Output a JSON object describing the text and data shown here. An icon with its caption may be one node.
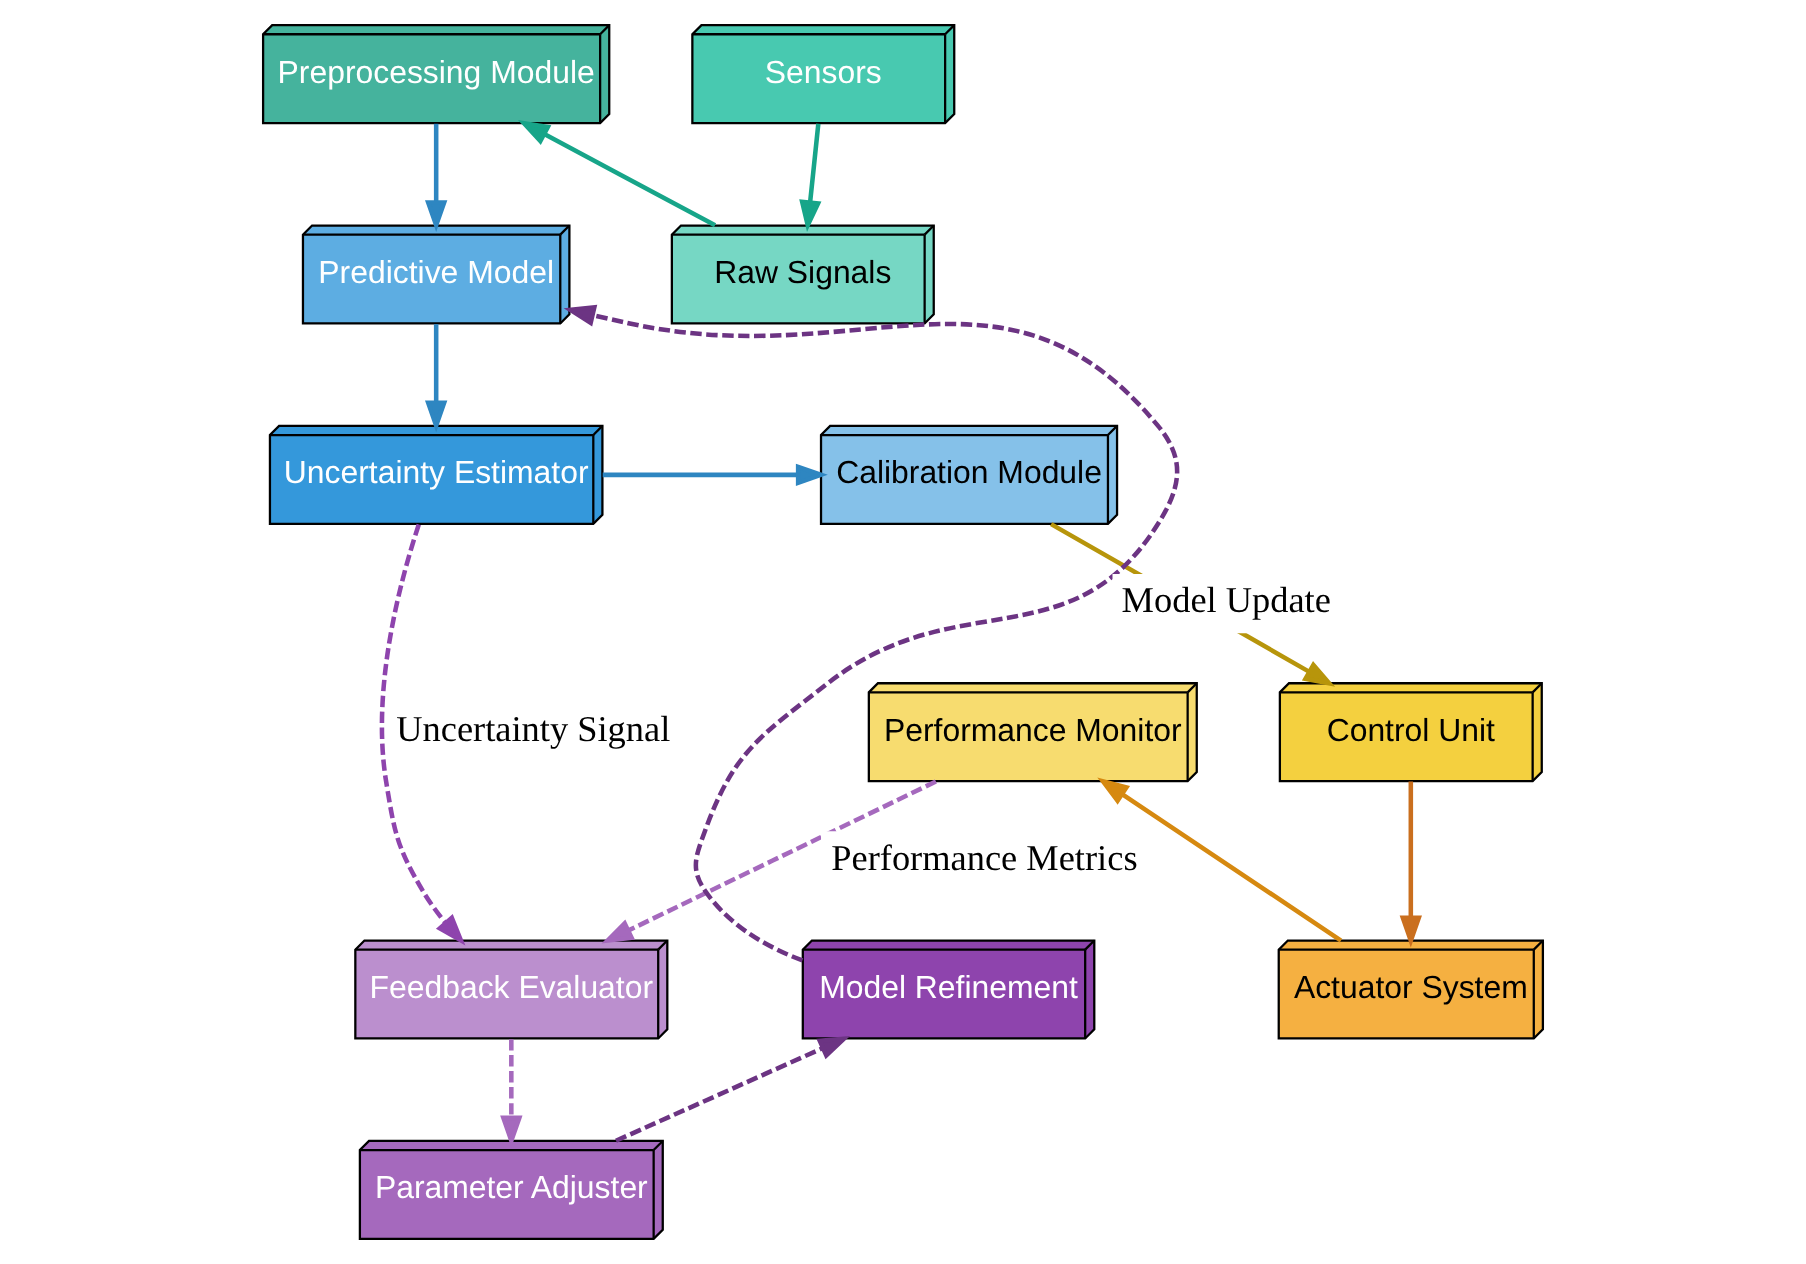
{
  "diagram": {
    "nodes": [
      {
        "text": [
          "Preprocessing Module"
        ]
      },
      {
        "text": [
          "Sensors"
        ]
      },
      {
        "text": [
          "Predictive Model"
        ]
      },
      {
        "text": [
          "Raw Signals"
        ]
      },
      {
        "text": [
          "Calibration Module"
        ]
      },
      {
        "text": [
          "Uncertainty Estimator"
        ]
      },
      {
        "text": [
          "Performance Monitor"
        ]
      },
      {
        "text": [
          "Control Unit"
        ]
      },
      {
        "text": [
          "Model Refinement"
        ]
      },
      {
        "text": [
          "Feedback Evaluator"
        ]
      },
      {
        "text": [
          "Actuator System"
        ]
      },
      {
        "text": [
          "Parameter Adjuster"
        ]
      }
    ],
    "edges": [
      {
        "from": 1,
        "to": 3,
        "arrow": "to",
        "color": "#17a589"
      },
      {
        "from": 3,
        "to": 0,
        "arrow": "to",
        "color": "#17a589"
      },
      {
        "from": 0,
        "to": 2,
        "arrow": "to",
        "color": "#2e86c1"
      },
      {
        "from": 2,
        "to": 5,
        "arrow": "to",
        "color": "#2e86c1"
      },
      {
        "from": 5,
        "to": 4,
        "arrow": "to",
        "color": "#2e86c1"
      },
      {
        "from": 4,
        "to": 7,
        "arrow": "to",
        "color": "#b7950b"
      },
      {
        "from": 7,
        "to": 10,
        "arrow": "to",
        "color": "#ca6f1e"
      },
      {
        "from": 10,
        "to": 6,
        "arrow": "to",
        "color": "#d68910"
      },
      {
        "from": 5,
        "to": 9,
        "arrow": "to",
        "label": "Uncertainty Signal",
        "style": "dashed",
        "color": "#8e44ad"
      },
      {
        "from": 6,
        "to": 9,
        "arrow": "to",
        "label": "Performance Metrics",
        "style": "dashed",
        "color": "#a569bd"
      },
      {
        "from": 9,
        "to": 11,
        "arrow": "to",
        "style": "dashed",
        "color": "#a569bd"
      },
      {
        "from": 11,
        "to": 8,
        "arrow": "to",
        "style": "dashed",
        "color": "#6c3483"
      },
      {
        "from": 8,
        "to": 2,
        "arrow": "to",
        "label": "Model Update",
        "style": "dashed",
        "color": "#6c3483"
      }
    ]
  }
}
